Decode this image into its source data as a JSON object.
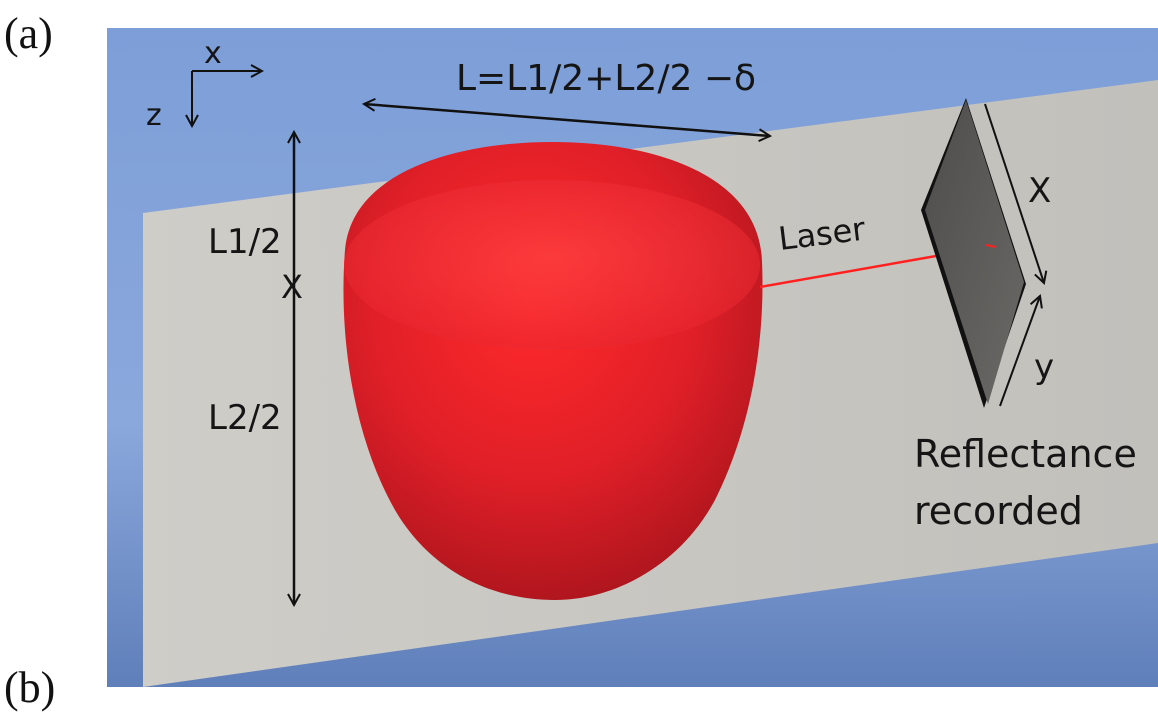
{
  "panel_label": "(a)",
  "next_panel_label": "(b)",
  "axes": {
    "x_label": "x",
    "z_label": "z"
  },
  "length_formula": "L=L1/2+L2/2 −δ",
  "half_length_top": "L1/2",
  "half_length_bottom": "L2/2",
  "junction_mark": "X",
  "laser_label": "Laser",
  "detector_axis_x": "X",
  "detector_axis_y": "y",
  "detector_caption_line1": "Reflectance",
  "detector_caption_line2": "recorded",
  "colors": {
    "background_blue": "#7d9ed8",
    "floor_gray": "#c9c7c3",
    "drop_red": "#e8232d",
    "laser_red": "#ff2020",
    "detector_plate": "#575654"
  }
}
